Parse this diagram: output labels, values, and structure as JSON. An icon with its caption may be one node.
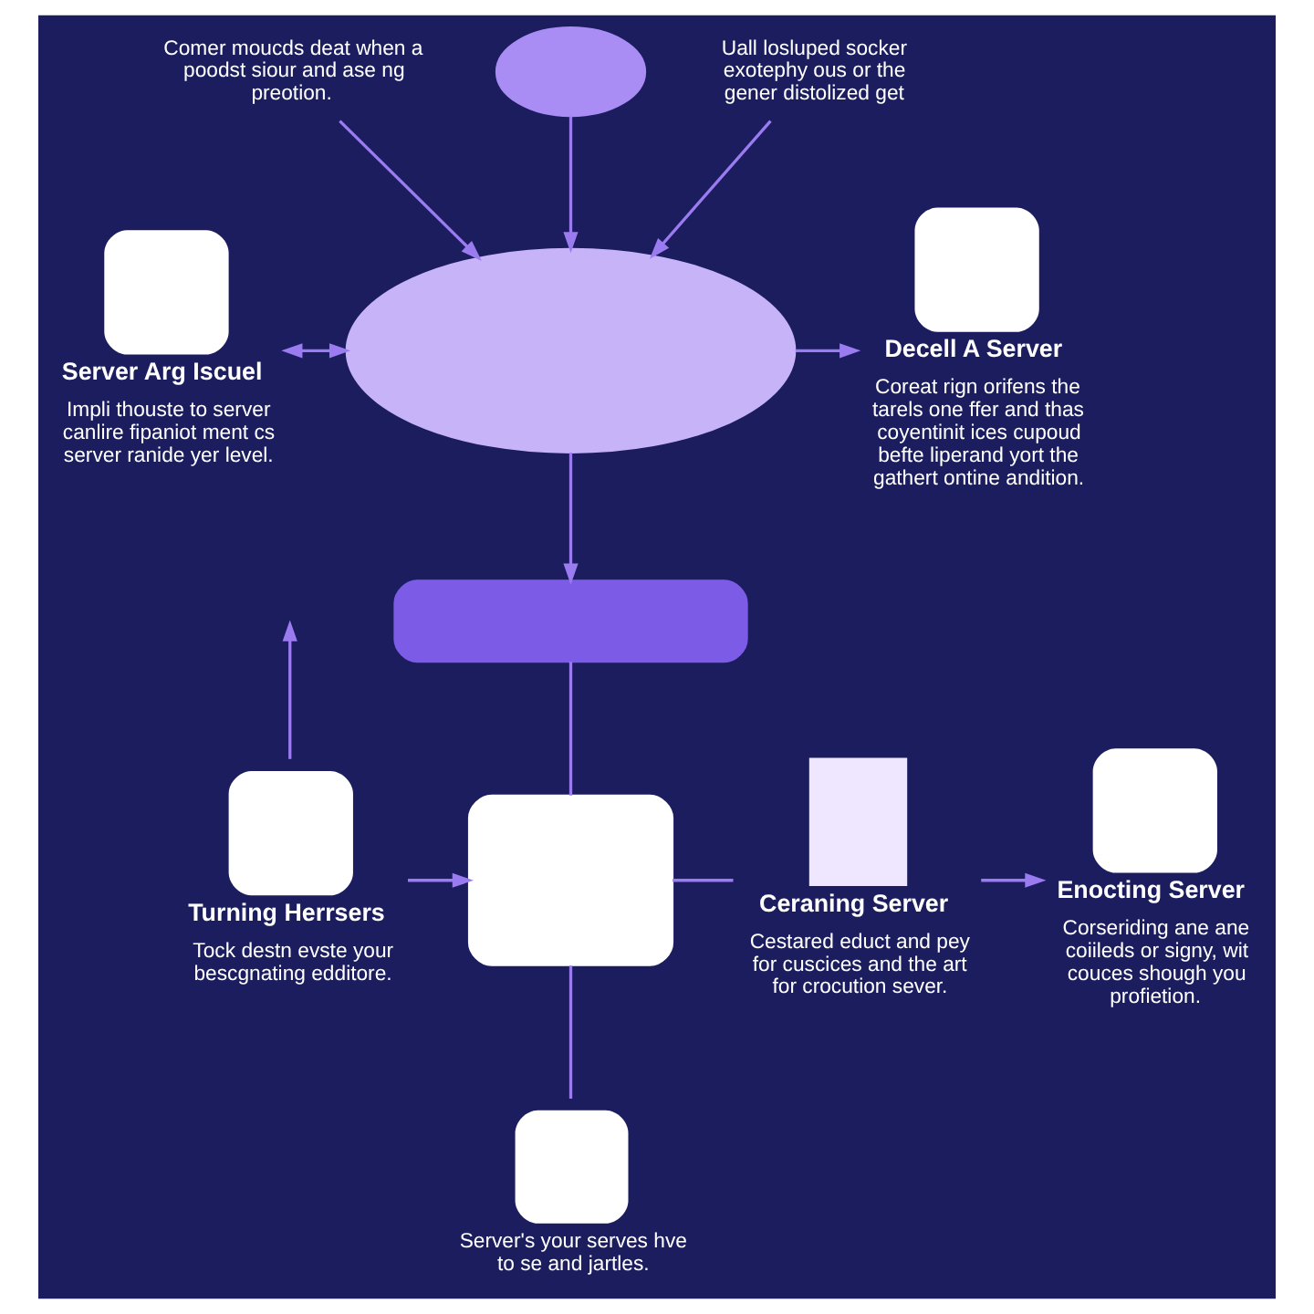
{
  "diagram": {
    "nodes": [
      {
        "text": [],
        "shape": "cloud"
      },
      {
        "text": [
          "Comer moucds deat when a poodst siour and ase ng preotion."
        ]
      },
      {
        "text": [
          "Uall losluped socker exotephy ous or the gener distolized get"
        ]
      },
      {
        "text": [],
        "shape": "cloud"
      },
      {
        "text": [
          "Server Arg Iscuel",
          "Impli thouste to server canlire fipaniot ment cs server ranide yer level."
        ]
      },
      {
        "text": [
          "Decell A Server",
          "Coreat rign orifens the tarels one ffer and thas coyentinit ices cupoud befte liperand yort the gathert ontine andition."
        ]
      },
      {
        "text": [],
        "shape": "box"
      },
      {
        "text": [],
        "shape": "box"
      },
      {
        "text": [
          "Turning Herrsers",
          "Tock destn evste your bescgnating edditore."
        ]
      },
      {
        "text": [
          "Ceraning Server",
          "Cestared educt and pey for cuscices and the art for crocution sever."
        ]
      },
      {
        "text": [
          "Enocting Server",
          "Corseriding ane ane coiileds or signy, wit couces shough you profietion."
        ]
      },
      {
        "text": [
          "Server's your serves hve to se and jartles."
        ]
      }
    ],
    "edges": [
      {
        "from": 0,
        "to": 3,
        "arrow": "to"
      },
      {
        "from": 1,
        "to": 3,
        "arrow": "to"
      },
      {
        "from": 2,
        "to": 3,
        "arrow": "to"
      },
      {
        "from": 4,
        "to": 3,
        "arrow": "both"
      },
      {
        "from": 3,
        "to": 5,
        "arrow": "to"
      },
      {
        "from": 3,
        "to": 6,
        "arrow": "to"
      },
      {
        "from": 6,
        "to": 7,
        "arrow": "none"
      },
      {
        "from": 8,
        "to": 7,
        "arrow": "to"
      },
      {
        "from": 8,
        "to": null,
        "arrow": "to"
      },
      {
        "from": 7,
        "to": 9,
        "arrow": "none"
      },
      {
        "from": 7,
        "to": 11,
        "arrow": "none"
      },
      {
        "from": 9,
        "to": 10,
        "arrow": "to"
      }
    ]
  }
}
